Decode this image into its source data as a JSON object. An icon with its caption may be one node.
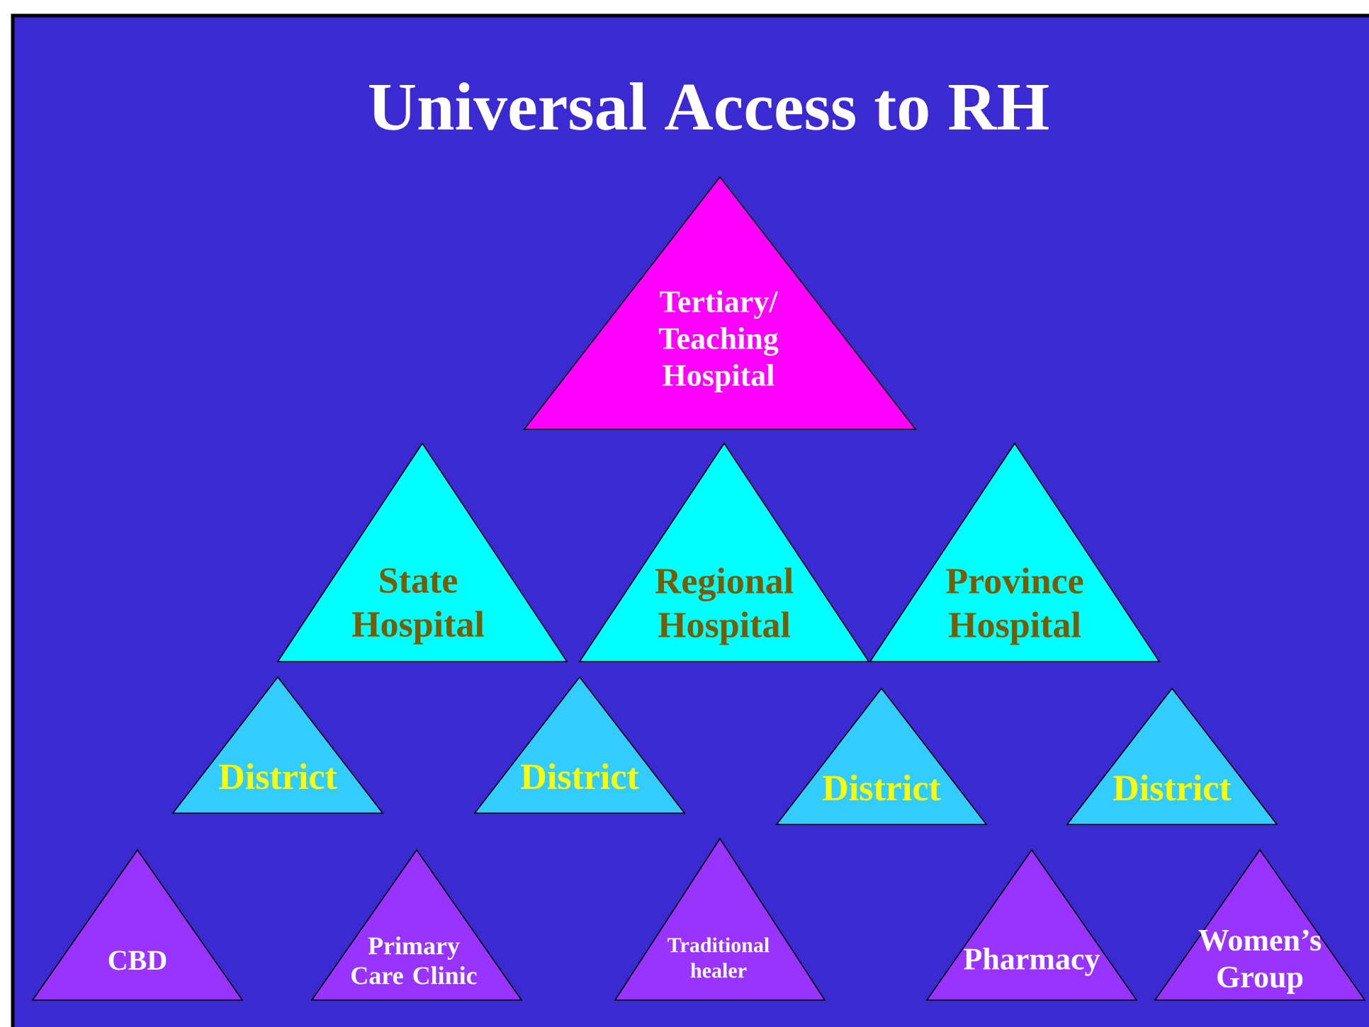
{
  "diagram": {
    "title": "Universal Access to RH",
    "nodes": [
      {
        "text": [
          "Tertiary/ Teaching Hospital"
        ]
      },
      {
        "text": [
          "State Hospital"
        ]
      },
      {
        "text": [
          "Regional Hospital"
        ]
      },
      {
        "text": [
          "Province Hospital"
        ]
      },
      {
        "text": [
          "District"
        ]
      },
      {
        "text": [
          "District"
        ]
      },
      {
        "text": [
          "District"
        ]
      },
      {
        "text": [
          "District"
        ]
      },
      {
        "text": [
          "CBD"
        ]
      },
      {
        "text": [
          "Primary Care Clinic"
        ]
      },
      {
        "text": [
          "Traditional healer"
        ]
      },
      {
        "text": [
          "Pharmacy"
        ]
      },
      {
        "text": [
          "Women’s Group"
        ]
      }
    ]
  }
}
